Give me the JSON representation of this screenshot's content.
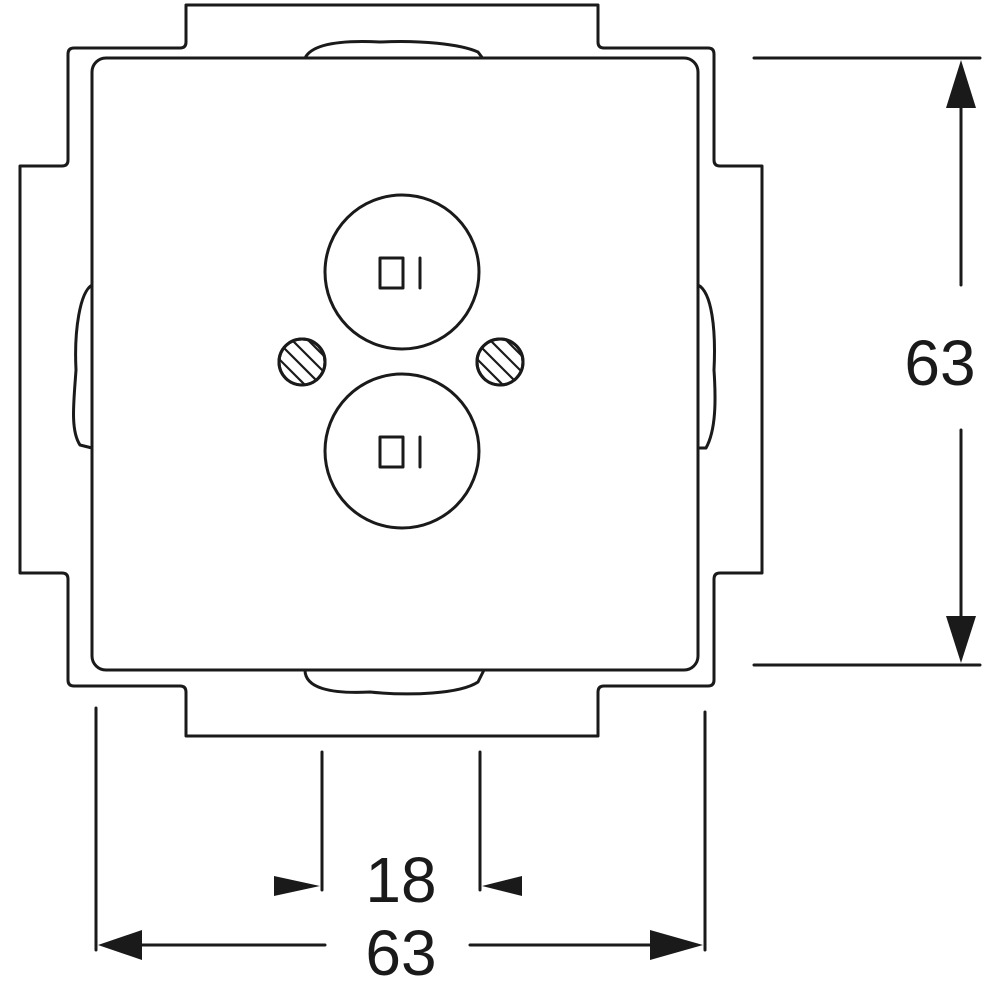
{
  "dimensions": {
    "height": "63",
    "width": "63",
    "spacing": "18"
  },
  "colors": {
    "line": "#1a1a1a",
    "background": "#ffffff"
  }
}
